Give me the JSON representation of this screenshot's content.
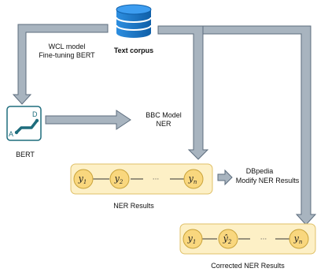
{
  "source": {
    "label": "Text corpus",
    "icon": "database-icon"
  },
  "labels": {
    "wcl_line1": "WCL model",
    "wcl_line2": "Fine-tuning BERT",
    "bbc_line1": "BBC Model",
    "bbc_line2": "NER",
    "bert": "BERT",
    "bert_icon_a": "A",
    "bert_icon_d": "D",
    "dbpedia_line1": "DBpedia",
    "dbpedia_line2": "Modify NER Results",
    "ner_results": "NER Results",
    "corrected": "Corrected NER Results"
  },
  "ner_sequence": [
    "y1",
    "y2",
    "···",
    "yn"
  ],
  "corrected_sequence": [
    "y1",
    "ŷ2",
    "···",
    "yn"
  ],
  "colors": {
    "arrow_fill": "#a8b4bf",
    "arrow_stroke": "#5d6d7e",
    "db_blue": "#1876c8",
    "box_fill": "#fdf0c6",
    "box_stroke": "#e0c068",
    "node_fill": "#f9d77e",
    "node_stroke": "#c9a33a",
    "bert_teal": "#1e6d7d"
  }
}
